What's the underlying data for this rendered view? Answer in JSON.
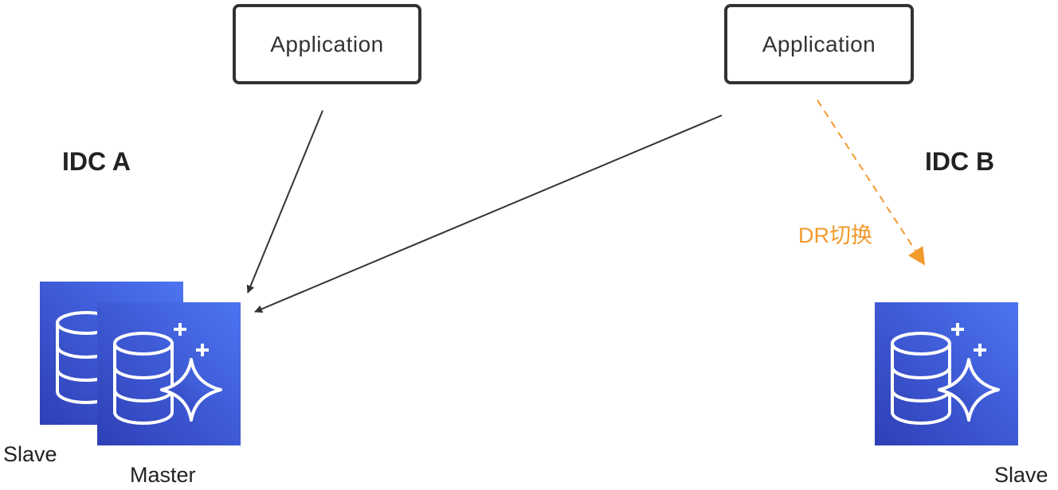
{
  "applications": {
    "left_label": "Application",
    "right_label": "Application"
  },
  "idc": {
    "a_label": "IDC A",
    "b_label": "IDC B"
  },
  "databases": {
    "slave_left_label": "Slave",
    "master_label": "Master",
    "slave_right_label": "Slave",
    "icon": "database-sparkle-icon"
  },
  "dr_switch": {
    "label": "DR切换"
  },
  "colors": {
    "arrow": "#333333",
    "dr_arrow": "#F39A2D",
    "db_gradient_top": "#4D74F2",
    "db_gradient_bottom": "#2E3FB6",
    "db_stroke": "#ffffff"
  }
}
